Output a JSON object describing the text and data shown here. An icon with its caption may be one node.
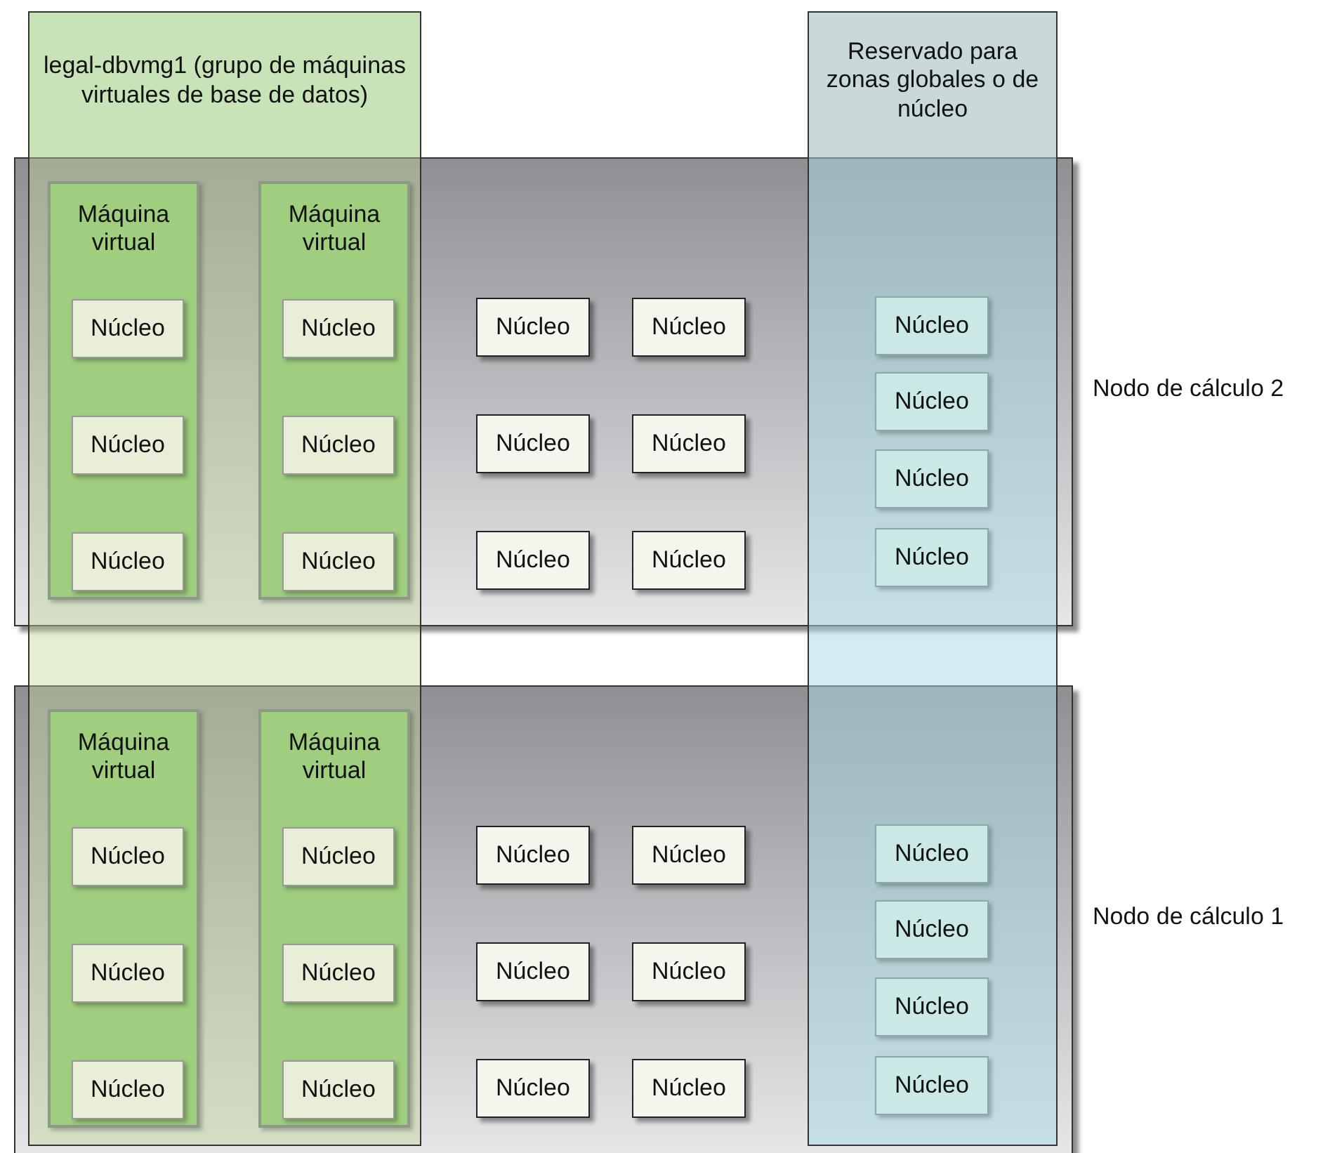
{
  "diagram": {
    "nodes": [
      {
        "text": [
          "legal-dbvmg1 (grupo de máquinas virtuales de base de datos)"
        ]
      },
      {
        "text": [
          "Reservado para zonas globales o de núcleo"
        ]
      },
      {
        "text": [],
        "shape": "box",
        "beside": [
          "Nodo de cálculo 2"
        ]
      },
      {
        "text": [
          "Máquina virtual"
        ]
      },
      {
        "text": [
          "Núcleo"
        ],
        "in": 3
      },
      {
        "text": [
          "Núcleo"
        ],
        "in": 3
      },
      {
        "text": [
          "Núcleo"
        ],
        "in": 3
      },
      {
        "text": [
          "Máquina virtual"
        ]
      },
      {
        "text": [
          "Núcleo"
        ],
        "in": 7
      },
      {
        "text": [
          "Núcleo"
        ],
        "in": 7
      },
      {
        "text": [
          "Núcleo"
        ],
        "in": 7
      },
      {
        "text": [
          "Núcleo"
        ],
        "in": 2
      },
      {
        "text": [
          "Núcleo"
        ],
        "in": 2
      },
      {
        "text": [
          "Núcleo"
        ],
        "in": 2
      },
      {
        "text": [
          "Núcleo"
        ],
        "in": 2
      },
      {
        "text": [
          "Núcleo"
        ],
        "in": 2
      },
      {
        "text": [
          "Núcleo"
        ],
        "in": 2
      },
      {
        "text": [
          "Núcleo"
        ]
      },
      {
        "text": [
          "Núcleo"
        ]
      },
      {
        "text": [
          "Núcleo"
        ]
      },
      {
        "text": [
          "Núcleo"
        ]
      },
      {
        "text": [],
        "shape": "box",
        "beside": [
          "Nodo de cálculo 1"
        ]
      },
      {
        "text": [
          "Máquina virtual"
        ]
      },
      {
        "text": [
          "Núcleo"
        ],
        "in": 22
      },
      {
        "text": [
          "Núcleo"
        ],
        "in": 22
      },
      {
        "text": [
          "Núcleo"
        ],
        "in": 22
      },
      {
        "text": [
          "Máquina virtual"
        ]
      },
      {
        "text": [
          "Núcleo"
        ],
        "in": 26
      },
      {
        "text": [
          "Núcleo"
        ],
        "in": 26
      },
      {
        "text": [
          "Núcleo"
        ],
        "in": 26
      },
      {
        "text": [
          "Núcleo"
        ],
        "in": 21
      },
      {
        "text": [
          "Núcleo"
        ],
        "in": 21
      },
      {
        "text": [
          "Núcleo"
        ],
        "in": 21
      },
      {
        "text": [
          "Núcleo"
        ],
        "in": 21
      },
      {
        "text": [
          "Núcleo"
        ],
        "in": 21
      },
      {
        "text": [
          "Núcleo"
        ],
        "in": 21
      },
      {
        "text": [
          "Núcleo"
        ]
      },
      {
        "text": [
          "Núcleo"
        ]
      },
      {
        "text": [
          "Núcleo"
        ]
      },
      {
        "text": [
          "Núcleo"
        ]
      }
    ]
  }
}
